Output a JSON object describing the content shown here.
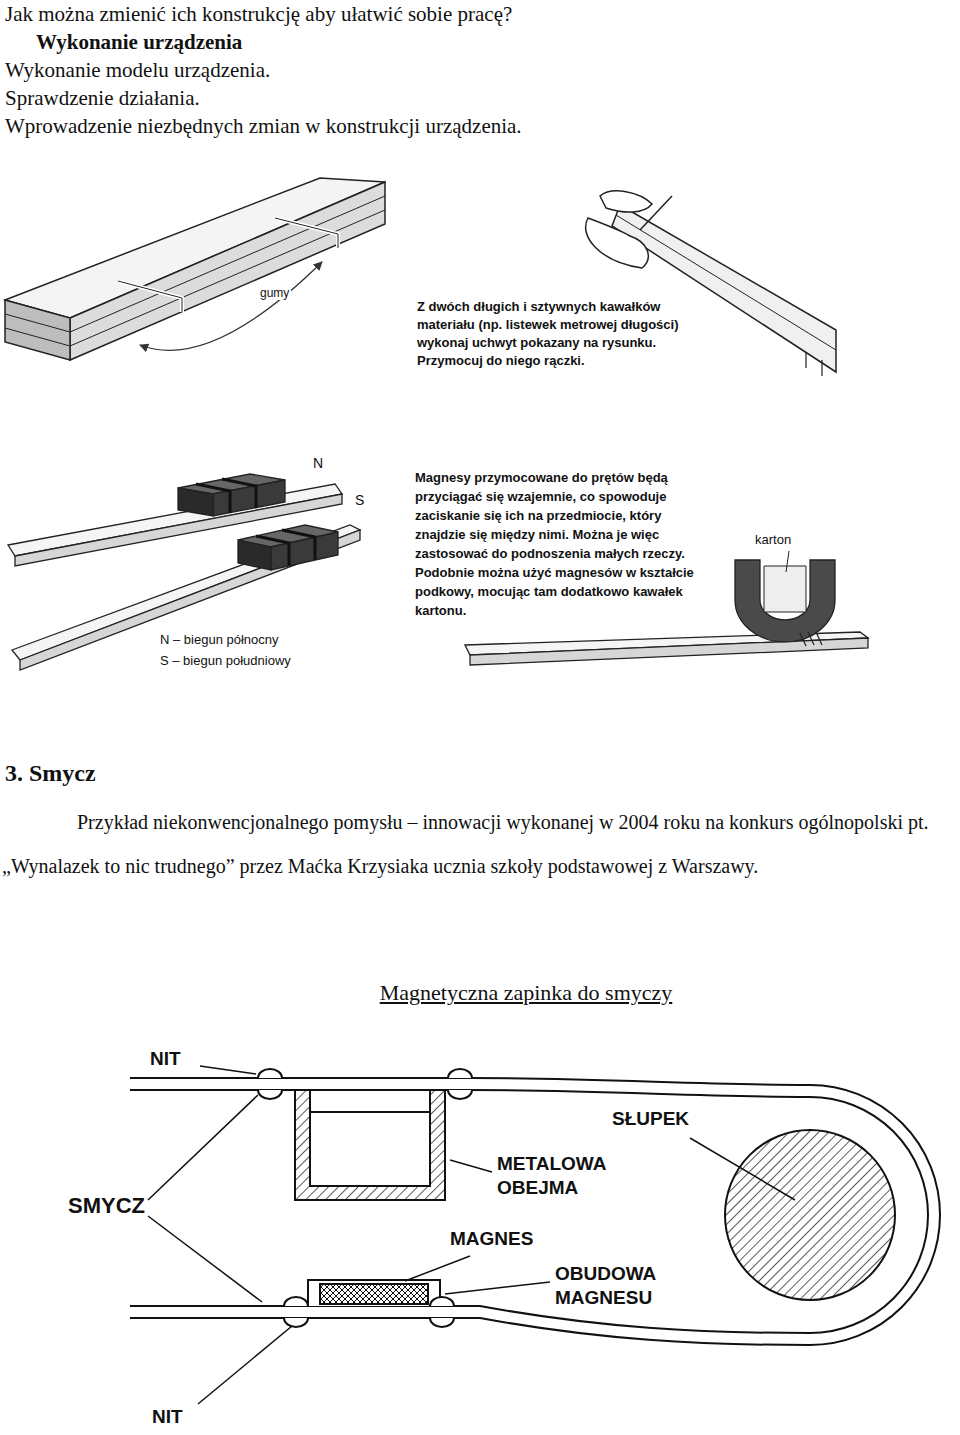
{
  "diagram": {
    "title": "Magnetyczna zapinka do smyczy",
    "labels": [
      "Jak można zmienić ich konstrukcję aby ułatwić sobie pracę?",
      "Wykonanie urządzenia",
      "Wykonanie modelu urządzenia.",
      "Sprawdzenie działania.",
      "Wprowadzenie niezbędnych zmian w konstrukcji urządzenia.",
      "gumy",
      "Z dwóch długich i sztywnych kawałków materiału (np. listewek metrowej długości) wykonaj uchwyt pokazany na rysunku. Przymocuj do niego rączki.",
      "N",
      "S",
      "N – biegun północny",
      "S – biegun południowy",
      "Magnesy przymocowane do prętów będą przyciągać się wzajemnie, co spowoduje zaciskanie się ich na przedmiocie, który znajdzie się między nimi. Można je więc zastosować do podnoszenia małych rzeczy. Podobnie można użyć magnesów w kształcie podkowy, mocując tam dodatkowo kawałek kartonu.",
      "karton",
      "3. Smycz",
      "Przykład niekonwencjonalnego pomysłu – innowacji wykonanej w 2004 roku na konkurs ogólnopolski pt. „Wynalazek to nic trudnego” przez Maćka Krzysiaka ucznia szkoły podstawowej z Warszawy.",
      "NIT",
      "SŁUPEK",
      "METALOWA OBEJMA",
      "SMYCZ",
      "MAGNES",
      "OBUDOWA MAGNESU",
      "NIT"
    ]
  }
}
